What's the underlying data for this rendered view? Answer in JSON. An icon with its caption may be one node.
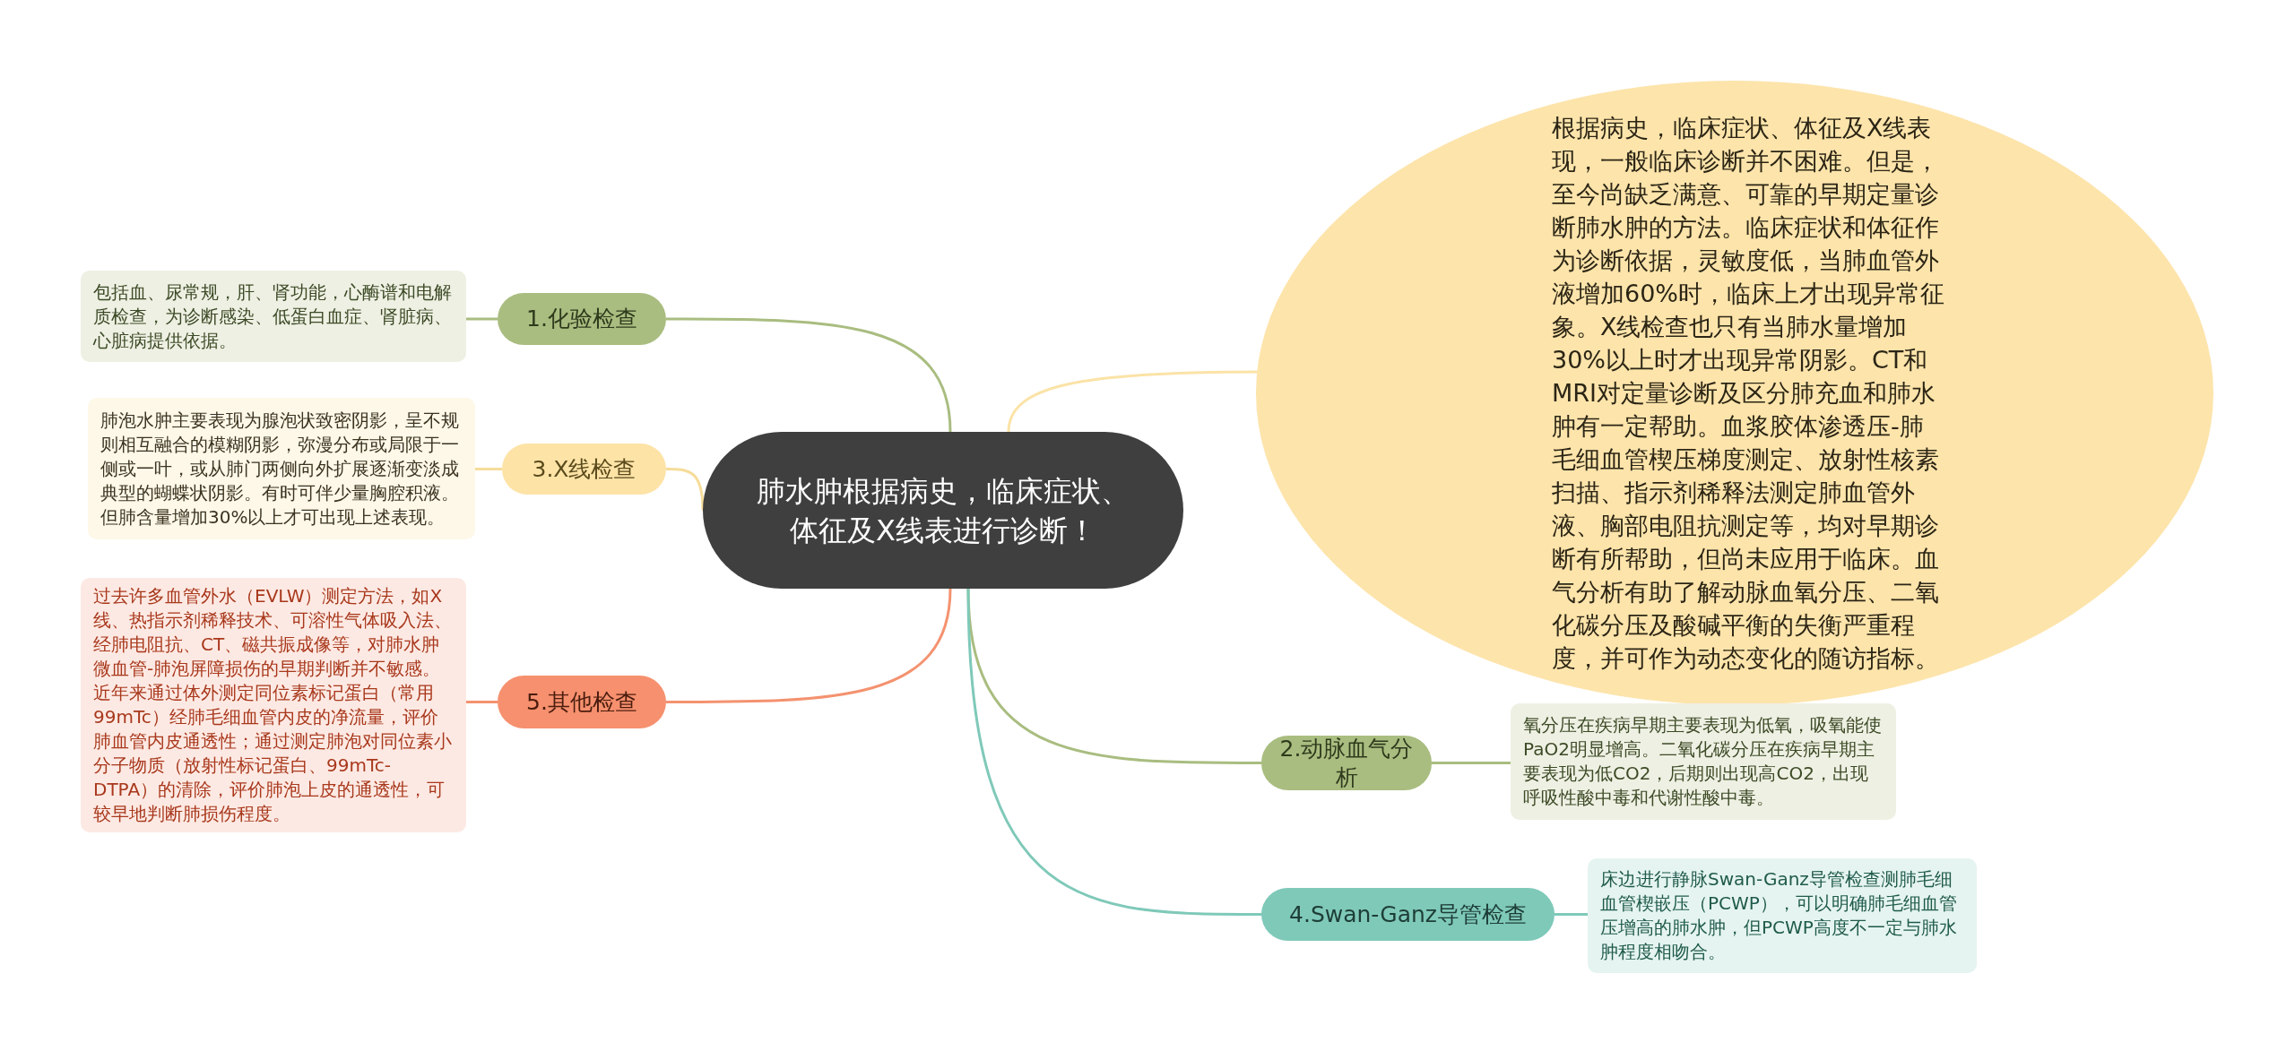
{
  "diagram": {
    "nodes": [
      {
        "text": [
          "肺水肿根据病史，临床症状、体征及X线表进行诊断！"
        ]
      },
      {
        "text": [
          "1.化验检查"
        ]
      },
      {
        "text": [
          "包括血、尿常规，肝、肾功能，心酶谱和电解质检查，为诊断感染、低蛋白血症、肾脏病、心脏病提供依据。"
        ]
      },
      {
        "text": [
          "3.X线检查"
        ]
      },
      {
        "text": [
          "肺泡水肿主要表现为腺泡状致密阴影，呈不规则相互融合的模糊阴影，弥漫分布或局限于一侧或一叶，或从肺门两侧向外扩展逐渐变淡成典型的蝴蝶状阴影。有时可伴少量胸腔积液。但肺含量增加30%以上才可出现上述表现。"
        ]
      },
      {
        "text": [
          "5.其他检查"
        ]
      },
      {
        "text": [
          "过去许多血管外水（EVLW）测定方法，如X线、热指示剂稀释技术、可溶性气体吸入法、经肺电阻抗、CT、磁共振成像等，对肺水肿微血管-肺泡屏障损伤的早期判断并不敏感。近年来通过体外测定同位素标记蛋白（常用99mTc）经肺毛细血管内皮的净流量，评价肺血管内皮通透性；通过测定肺泡对同位素小分子物质（放射性标记蛋白、99mTc-DTPA）的清除，评价肺泡上皮的通透性，可较早地判断肺损伤程度。"
        ]
      },
      {
        "text": [
          "根据病史，临床症状、体征及X线表现，一般临床诊断并不困难。但是，至今尚缺乏满意、可靠的早期定量诊断肺水肿的方法。临床症状和体征作为诊断依据，灵敏度低，当肺血管外液增加60%时，临床上才出现异常征象。X线检查也只有当肺水量增加30%以上时才出现异常阴影。CT和MRI对定量诊断及区分肺充血和肺水肿有一定帮助。血浆胶体渗透压-肺毛细血管楔压梯度测定、放射性核素扫描、指示剂稀释法测定肺血管外液、胸部电阻抗测定等，均对早期诊断有所帮助，但尚未应用于临床。血气分析有助了解动脉血氧分压、二氧化碳分压及酸碱平衡的失衡严重程度，并可作为动态变化的随访指标。"
        ]
      },
      {
        "text": [
          "2.动脉血气分析"
        ]
      },
      {
        "text": [
          "氧分压在疾病早期主要表现为低氧，吸氧能使PaO2明显增高。二氧化碳分压在疾病早期主要表现为低CO2，后期则出现高CO2，出现呼吸性酸中毒和代谢性酸中毒。"
        ]
      },
      {
        "text": [
          "4.Swan-Ganz导管检查"
        ]
      },
      {
        "text": [
          "床边进行静脉Swan-Ganz导管检查测肺毛细血管楔嵌压（PCWP），可以明确肺毛细血管压增高的肺水肿，但PCWP高度不一定与肺水肿程度相吻合。"
        ]
      }
    ],
    "edges": [
      {
        "from": 0,
        "to": 1,
        "arrow": "none",
        "color": "#a9bd80"
      },
      {
        "from": 1,
        "to": 2,
        "arrow": "none",
        "color": "#a9bd80"
      },
      {
        "from": 0,
        "to": 3,
        "arrow": "none",
        "color": "#f6dc9a"
      },
      {
        "from": 3,
        "to": 4,
        "arrow": "none",
        "color": "#f6dc9a"
      },
      {
        "from": 0,
        "to": 5,
        "arrow": "none",
        "color": "#f4926f"
      },
      {
        "from": 5,
        "to": 6,
        "arrow": "none",
        "color": "#f4926f"
      },
      {
        "from": 0,
        "to": 7,
        "arrow": "none",
        "color": "#fbe3a7"
      },
      {
        "from": 0,
        "to": 8,
        "arrow": "none",
        "color": "#a9bd80"
      },
      {
        "from": 8,
        "to": 9,
        "arrow": "none",
        "color": "#a9bd80"
      },
      {
        "from": 0,
        "to": 10,
        "arrow": "none",
        "color": "#7fc9b9"
      },
      {
        "from": 10,
        "to": 11,
        "arrow": "none",
        "color": "#7fc9b9"
      }
    ]
  }
}
